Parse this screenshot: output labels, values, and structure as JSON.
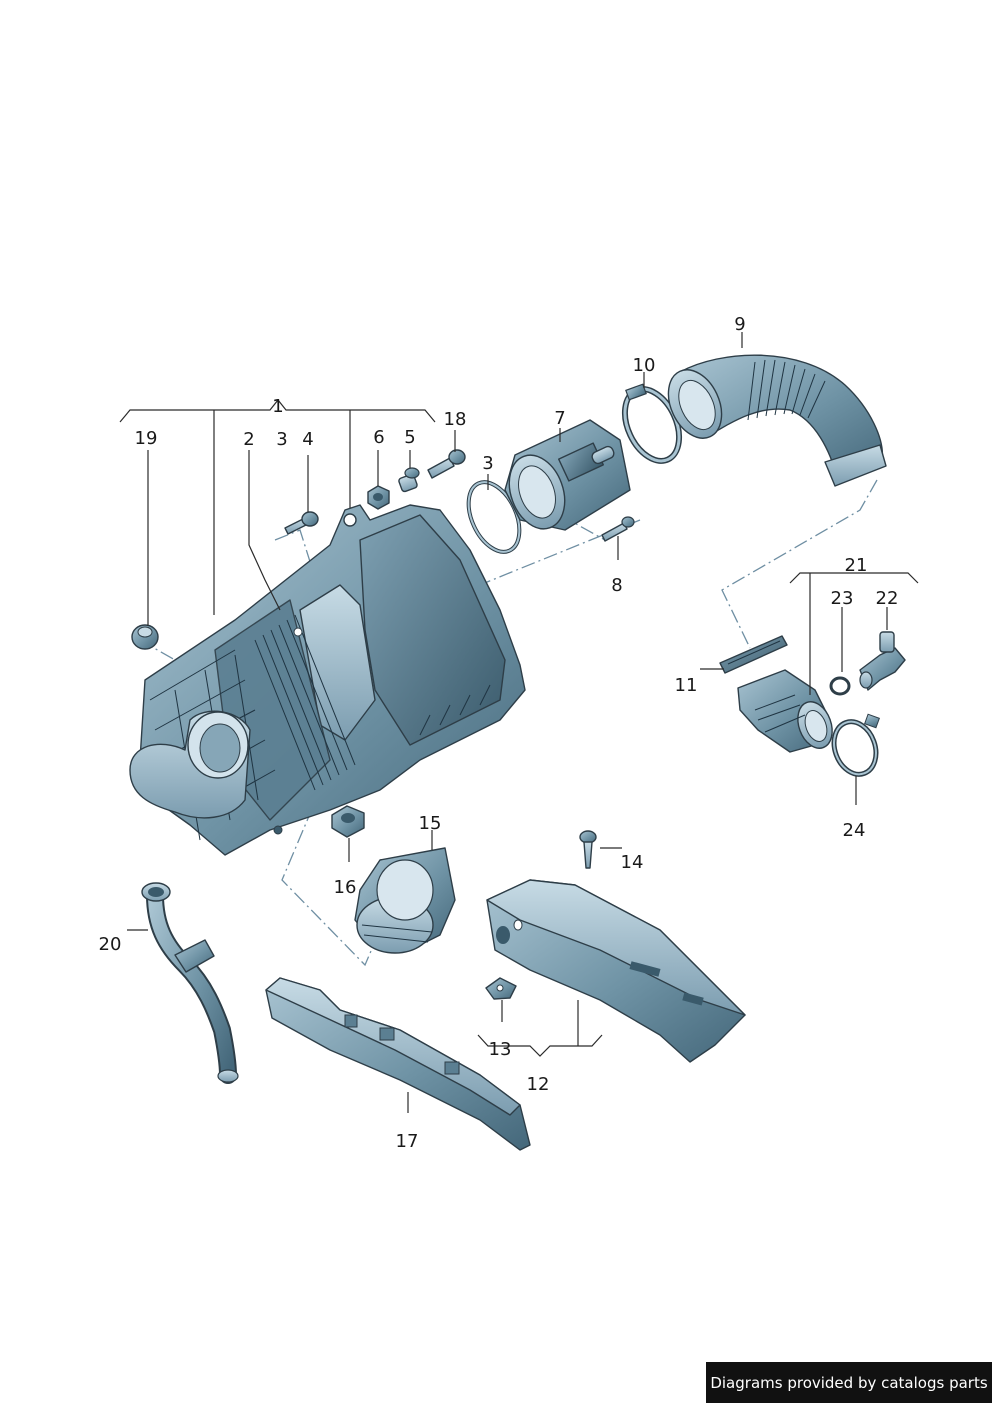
{
  "callouts": {
    "c1": "1",
    "c2": "2",
    "c3a": "3",
    "c3b": "3",
    "c4": "4",
    "c5": "5",
    "c6": "6",
    "c7": "7",
    "c8": "8",
    "c9": "9",
    "c10": "10",
    "c11": "11",
    "c12": "12",
    "c13": "13",
    "c14": "14",
    "c15": "15",
    "c16": "16",
    "c17": "17",
    "c18": "18",
    "c19": "19",
    "c20": "20",
    "c21": "21",
    "c22": "22",
    "c23": "23",
    "c24": "24"
  },
  "footer": {
    "text": "Diagrams provided by catalogs parts"
  },
  "colors": {
    "part_fill": "#6b8e9f",
    "part_light": "#9fbccb",
    "part_dark": "#3f5f70",
    "leader_dash": "#6f8fa3"
  }
}
